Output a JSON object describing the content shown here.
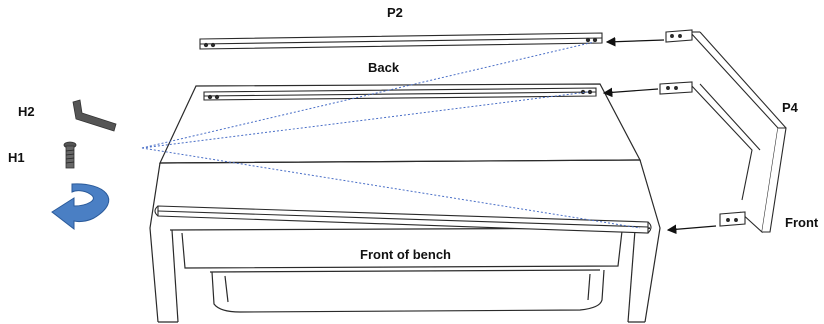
{
  "labels": {
    "p2": "P2",
    "back": "Back",
    "h2": "H2",
    "h1": "H1",
    "p4": "P4",
    "front": "Front",
    "front_of_bench": "Front of bench"
  },
  "colors": {
    "line": "#2a2a2a",
    "guide": "#4a6fc7",
    "arrow": "#3d6fb4",
    "hardware": "#555555"
  },
  "icons": [
    "allen-key-icon",
    "screw-icon",
    "rotate-arrow-icon"
  ]
}
